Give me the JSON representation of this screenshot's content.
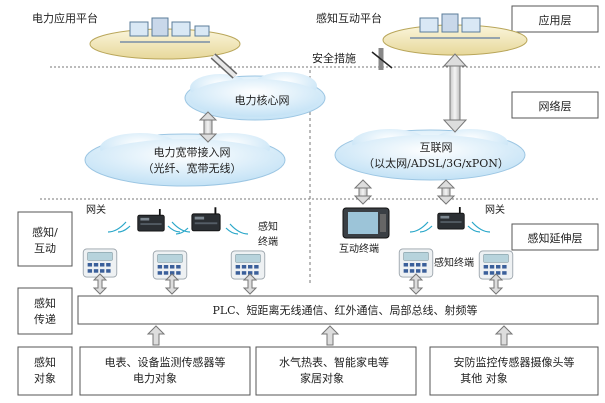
{
  "layers": {
    "app": "应用层",
    "net": "网络层",
    "ext": "感知延伸层"
  },
  "platforms": {
    "power": "电力应用平台",
    "sense": "感知互动平台",
    "security": "安全措施"
  },
  "networks": {
    "core": "电力核心网",
    "access_line1": "电力宽带接入网",
    "access_line2": "（光纤、宽带无线）",
    "internet_line1": "互联网",
    "internet_line2": "（以太网/ADSL/3G/xPON）"
  },
  "devices": {
    "gateway_left": "网关",
    "gateway_right": "网关",
    "terminal_line1": "感知",
    "terminal_line2": "终端",
    "interactive_terminal": "互动终端",
    "sensing_terminal": "感知终端"
  },
  "left_labels": {
    "interact_line1": "感知/",
    "interact_line2": "互动",
    "transmit_line1": "感知",
    "transmit_line2": "传递",
    "object_line1": "感知",
    "object_line2": "对象"
  },
  "transmission": "PLC、短距离无线通信、红外通信、局部总线、射频等",
  "objects": {
    "obj1_line1": "电表、设备监测传感器等",
    "obj1_line2": "电力对象",
    "obj2_line1": "水气热表、智能家电等",
    "obj2_line2": "家居对象",
    "obj3_line1": "安防监控传感器摄像头等",
    "obj3_line2": "其他 对象"
  },
  "colors": {
    "cloud": "#cfe6f7",
    "platform": "#f4ecc4",
    "arrow": "#d9d9d9",
    "meter": "#e8ecef",
    "wave": "#2aa7c9"
  }
}
